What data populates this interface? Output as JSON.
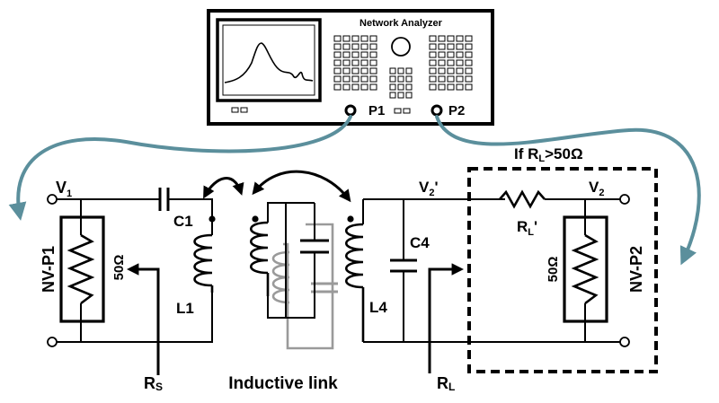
{
  "analyzer": {
    "title": "Network Analyzer",
    "port1": "P1",
    "port2": "P2"
  },
  "source": {
    "node_label": "V",
    "node_sub": "1",
    "port_name": "NV-P1",
    "resistor": "50Ω",
    "cap": "C1",
    "coil": "L1",
    "rs_main": "R",
    "rs_sub": "S"
  },
  "link": {
    "label": "Inductive link"
  },
  "load": {
    "node_label": "V",
    "node_sub": "2",
    "node_prime": "'",
    "cap": "C4",
    "coil": "L4",
    "rl_main": "R",
    "rl_sub": "L"
  },
  "box": {
    "cond_pre": "If R",
    "cond_sub": "L",
    "cond_post": ">50Ω",
    "series_main": "R",
    "series_sub": "L",
    "series_prime": "'",
    "out_label": "V",
    "out_sub": "2",
    "resistor": "50Ω",
    "port_name": "NV-P2"
  },
  "colors": {
    "cable": "#5b8f9c",
    "secondary_circuit": "#9a9a9a",
    "wire": "#000000"
  }
}
